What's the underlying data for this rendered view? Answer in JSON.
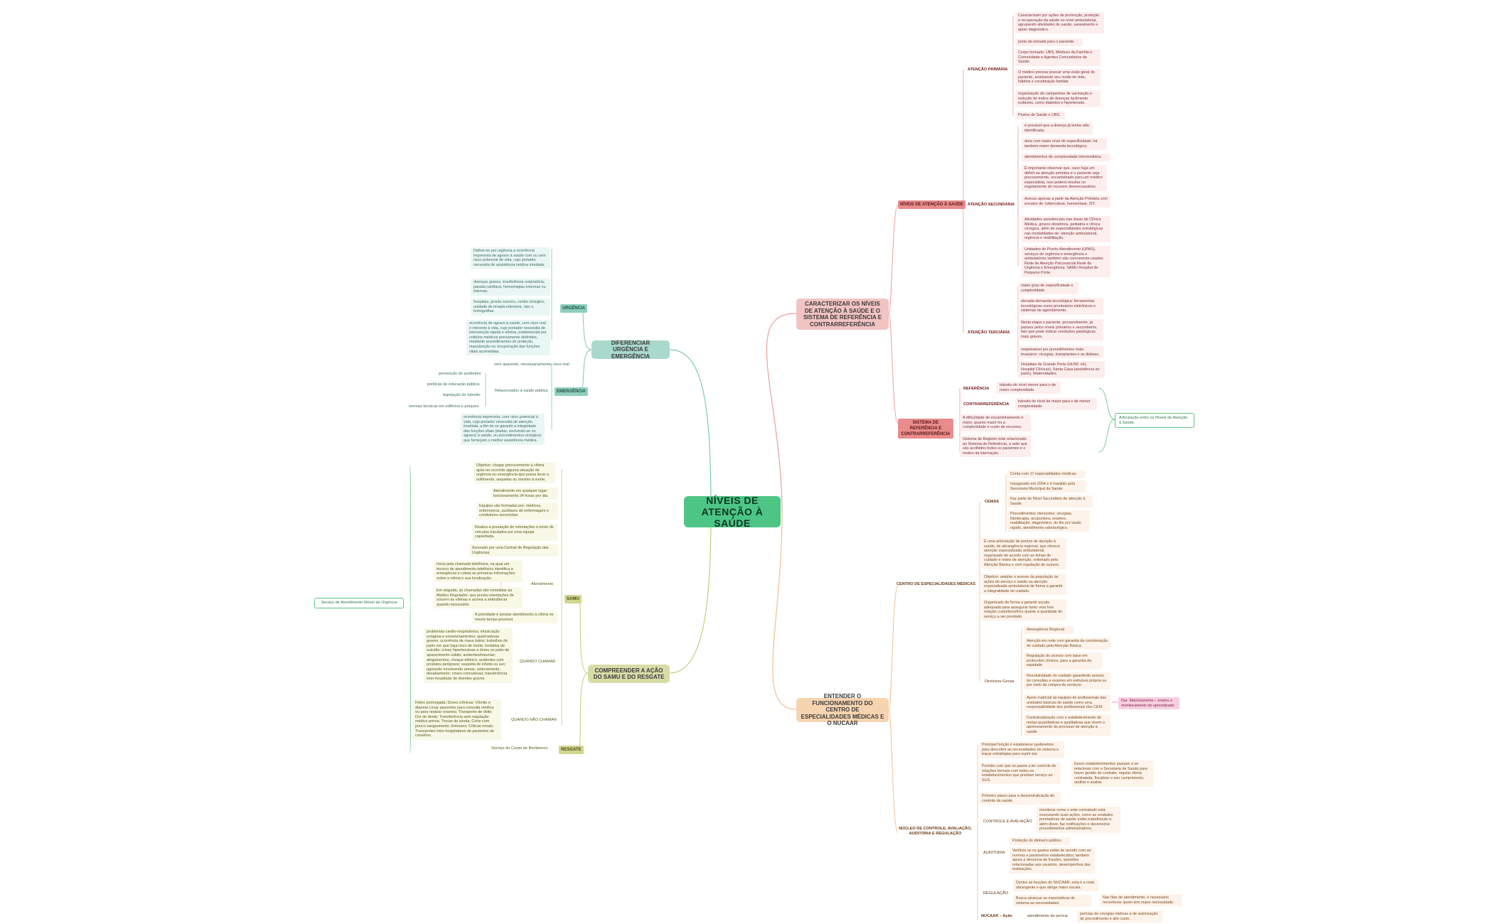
{
  "root": "NÍVEIS DE\nATENÇÃO À SAÚDE",
  "colors": {
    "root": "#4cc585",
    "red": "#e88c8c",
    "teal": "#8fcfbe",
    "olive": "#d3d68e",
    "orange": "#f6d4b0",
    "green_line": "#5cc27f"
  },
  "branches": {
    "caracterizar": "CARACTERIZAR OS NÍVEIS DE ATENÇÃO À SAÚDE E O SISTEMA DE REFERÊNCIA E CONTRARREFERÊNCIA",
    "diferenciar": "DIFERENCIAR URGÊNCIA E EMERGÊNCIA",
    "compreender": "COMPREENDER A AÇÃO DO SAMU E DO RESGATE",
    "entender": "ENTENDER O FUNCIONAMENTO DO CENTRO DE ESPECIALIDADES MÉDICAS E O NUCAAR"
  },
  "red": {
    "niveis": "NÍVEIS DE ATENÇÃO À SAÚDE",
    "sistema": "SISTEMA DE REFERÊNCIA E CONTRARREFERÊNCIA",
    "primaria": "ATENÇÃO PRIMÁRIA",
    "secundaria": "ATENÇÃO SECUNDÁRIA",
    "terciaria": "ATENÇÃO TERCIÁRIA",
    "referencia": "REFERÊNCIA",
    "contrarreferencia": "CONTRARREFERÊNCIA",
    "primaria_items": [
      "Caracterizam por ações de promoção, proteção e recuperação da saúde no nível ambulatorial, agrupando atividades de saúde, saneamento e apoio diagnóstico.",
      "porta de entrada para o paciente.",
      "Corpo formado: UBS, Médicos da Família e Comunidade e Agentes Comunitários de Saúde.",
      "O médico precisa possuir uma visão geral do paciente, analisando seu modo de vida, hábitos e constituição familiar.",
      "organização de campanhas de vacinação e redução do índice de doenças facilmente evitáveis, como diabetes e hipertensão.",
      "Postos de Saúde e UBS."
    ],
    "secundaria_items": [
      "é provável que a doença já tenha sido identificada.",
      "área com maior nível de especificidade; há também maior demanda tecnológica.",
      "atendimentos de complexidade intermediária.",
      "É importante observar que, caso haja um déficit na atenção primária e o paciente seja precocemente, encaminhado para um médico especialista, isso poderá resultar no esgotamento de recursos desnecessários.",
      "Acesso apenas a partir da Atenção Primária com encaixe de: tuberculose, hanseníase, IST.",
      "Atividades assistenciais nas áreas de Clínica Médica, gineco-obstétrica, pediatria e clínica cirúrgica, além de especialidades estratégicas nas modalidades de: atenção ambulatorial, urgência e reabilitação.",
      "Unidades de Pronto Atendimento (UPAS), serviços de urgência e emergência e ambulatórios também são comumente usados Rede de Atenção Psicossocial Rede de Urgência e Emergência: SAMU Hospital de Pequeno Porte."
    ],
    "terciaria_items": [
      "maior grau de especificidade e complexidade.",
      "elevada demanda tecnológica: ferramentas tecnológicas como prontuários eletrônicos e sistemas de agendamento.",
      "Nesta etapa o paciente, provavelmente, já passou pelos níveis primários e secundários, fato que pode indicar condições patológicas mais graves.",
      "responsável por procedimentos mais invasivos: cirurgias, transplantes e as diálises.",
      "Hospitais de Grande Porte (HUSF, HU, Hospital Clínicas), Santa Casa (assistência ao parto), Maternidades."
    ],
    "referencia_item": "trânsito do nível menor para o de maior complexidade.",
    "contrarreferencia_item": "trânsito do nível de maior para o de menor complexidade.",
    "sistema_items": [
      "A dificuldade de encaminhamento é maior, quanto maior for a complexidade e custo de recursos.",
      "Sistema de Registro está relacionado ao Sistema de Referência, a rede que são acolhidos todos os pacientes e o motivo da internação."
    ],
    "articulacao": "Articulação entre os Níveis de Atenção à Saúde."
  },
  "teal": {
    "urgencia": "URGÊNCIA",
    "emergencia": "EMERGÊNCIA",
    "urgencia_items": [
      "Define-se por urgência a ocorrência imprevista de agravo à saúde com ou sem risco potencial de vida, cujo portador necessita de assistência médica imediata.",
      "doenças graves, insuficiência respiratória, parada cardíaca, hemorragias externas ou internas.",
      "hospitais, pronto socorro, centro cirúrgico, unidade de terapia intensiva, raio-x, tomografias.",
      "ocorrência de agravo à saúde, com risco real e iminente à vida, cujo portador necessita de intervenção rápida e efetiva, estabelecida por critérios médicos previamente definidos, mediante procedimentos de proteção, manutenção ou recuperação das funções vitais acometidas."
    ],
    "emergencia_top": "sem aparente, necessariamente, risco real",
    "relacionados": "Relacionados à saúde pública",
    "relacionados_items": [
      "prevenção de acidentes",
      "políticas de educação pública",
      "legislação do trânsito",
      "normas técnicas em edifícios e parques"
    ],
    "emergencia_bottom": "ocorrência imprevista, com risco potencial à vida, cujo portador necessita de atenção imediata, a fim de se garantir a integridade das funções vitais (dadas, excluindo-se no agravo) à saúde, ou procedimentos cirúrgicos que forneçam o melhor assistência médica."
  },
  "olive": {
    "samu": "SAMU",
    "resgate": "RESGATE",
    "samu_items": [
      "Objetivo: chegar precocemente à vítima após ter ocorrido alguma situação de urgência ou emergência que possa levar a sofrimento, sequelas ou mesmo à morte.",
      "Atendimento em qualquer lugar: funcionamento 24 horas por dia.",
      "Equipes são formadas por: médicos, enfermeiros, auxiliares de enfermagem e condutores socorristas.",
      "Realiza a prestação de orientações e envio de veículos tripulados por uma equipe capacitada.",
      "Acionado por uma Central de Regulação das Urgências."
    ],
    "atendimento": "Atendimento",
    "atendimento_items": [
      "Inicia pela chamada telefônica, na qual um técnico de atendimento telefônico identifica a emergência e coleta as primeiras informações sobre a vítima e sua localização.",
      "Em seguida, as chamadas são remetidas ao Médico Regulador, que presta orientações de socorro às vítimas e aciona a ambulância quando necessário."
    ],
    "prioridade": "A prioridade é prestar atendimento à vítima no menor tempo possível.",
    "quando_chamar": "QUANDO CHAMAR",
    "quando_chamar_item": "problemas cardio-respiratórios; intoxicação exógena e envenenamentos; queimaduras graves; ocorrência de maus tratos; trabalhos de parto em que haja risco de morte; tentativa de suicídio; crises hipertensivas e dores no peito de aparecimento súbito; acidentes/traumas; afogamentos; choque elétrico; acidentes com produtos perigosos; suspeita de infarto ou avc; agressão envolvendo armas; soterramento, desabamento; crises convulsivas; transferência inter-hospitalar de doentes graves.",
    "quando_nao_chamar": "QUANDO NÃO CHAMAR",
    "quando_nao_chamar_item": "Febre prolongada; Dores crônicas; Vômito e diarreia Levar pacientes para consulta médica ou para realizar exames; Transporte de óbito; Dor de dente; Transferência sem regulação médica prévia; Trocas de sonda; Corte com pouco sangramento; Entorses; Cólicas renais; Transportes inter-hospitalares de pacientes de convênio.",
    "servico_samu": "Serviço de Atendimento Móvel de Urgência",
    "servico_bombeiros": "Serviço do Corpo de Bombeiros"
  },
  "orange": {
    "cem": "CENTRO DE ESPECIALIDADES MÉDICAS",
    "nucaar": "NÚCLEO DE CONTROLE, AVALIAÇÃO, AUDITORIA E REGULAÇÃO",
    "cemae": "CEMAE",
    "cemae_items": [
      "Conta com 17 especialidades médicas.",
      "Inaugurado em 2004 e é mantido pela Secretaria Municipal da Saúde.",
      "Faz parte do Nível Secundário de atenção à Saúde.",
      "Procedimentos oferecidos: cirurgias, fisioterapia, acupuntura, exames, reabilitação, diagnóstico, do fim por laudo rápido, atendimento odontológico."
    ],
    "cem_items": [
      "É uma articulação de pontos de atenção à saúde, de abrangência regional, que oferece atenção especializada ambulatorial, organizado de acordo com as linhas de cuidado e redes de atenção, ordenado pela Atenção Básica e com regulação de acesso.",
      "Objetivo: ampliar o acesso da população às ações do serviço e saúde na atenção especializada ambulatorial de forma a garantir a integralidade do cuidado.",
      "Organizado de forma a garantir escala adequada para assegurar tanto uma boa relação custo/benefício quanto à qualidade do serviço a ser prestado."
    ],
    "diretrizes": "Diretrizes Gerais",
    "diretrizes_items": [
      "Abrangência Regional",
      "Atenção em rede com garantia da coordenação do cuidado pela Atenção Básica",
      "Regulação do acesso com base em protocolos clínicos, para a garantia da equidade",
      "Resolutividade do cuidado garantindo acesso às consultas e exames em estrutura própria ou por meio da compra de serviços",
      "Apoio matricial às equipes de profissionais das unidades básicas de saúde como uma responsabilidade dos profissionais dos CEM",
      "Contratualização com o estabelecimento de metas quantitativas e qualitativas que visem o aprimoramento do processo de atenção à saúde"
    ],
    "apoio_pink": "Dar: Matriciamento – ensino e monitoramento do aprendizado",
    "nucaar_items": [
      "Principal função é estabelecer parâmetros para descobrir as necessidades do sistema e traçar estratégias para suprir-las.",
      "Permite com que se passe a ter controle de relações formais com todos os estabelecimentos que prestam serviço ao SUS.",
      "Primeiro passo para a descentralização do controle da saúde."
    ],
    "nucaar_side": "Esses estabelecimentos passam a se relacionar com a Secretaria de Saúde para haver gestão do contrato, regular oferta contratada, fiscalizar o seu cumprimento, auditar e avaliar.",
    "controle": "CONTROLE E AVALIAÇÃO",
    "controle_item": "monitorar como o ente contratado está executando suas ações, como as unidades prestadoras de saúde estão trabalhando e, além disso, faz notificações e desenvolve procedimentos administrativos.",
    "auditoria": "AUDITORIA",
    "auditoria_items": [
      "Proteção do dinheiro público.",
      "Verificar se os gastos estão de acordo com as normas e parâmetros estabelecidos; também apura a denúncia de fraudes, questões relacionadas aos usuários, desempenhos das instituições."
    ],
    "regulacao": "REGULAÇÃO",
    "regulacao_items": [
      "Dentre as funções do NUCAAR, esta é a mais abrangente e que atinge maior escala.",
      "Busca alcançar as expectativas do sistema as necessidades."
    ],
    "regulacao_side": "Nas filas de atendimento, é necessário reconhecer quem tem maior necessidade.",
    "nucaar_acao": "NUCAAR – Ação",
    "nucaar_acao_item": "atendimento de perícia",
    "nucaar_acao_side": "perícias de cirurgias eletivas e de autorização do procedimento e alto custo."
  }
}
